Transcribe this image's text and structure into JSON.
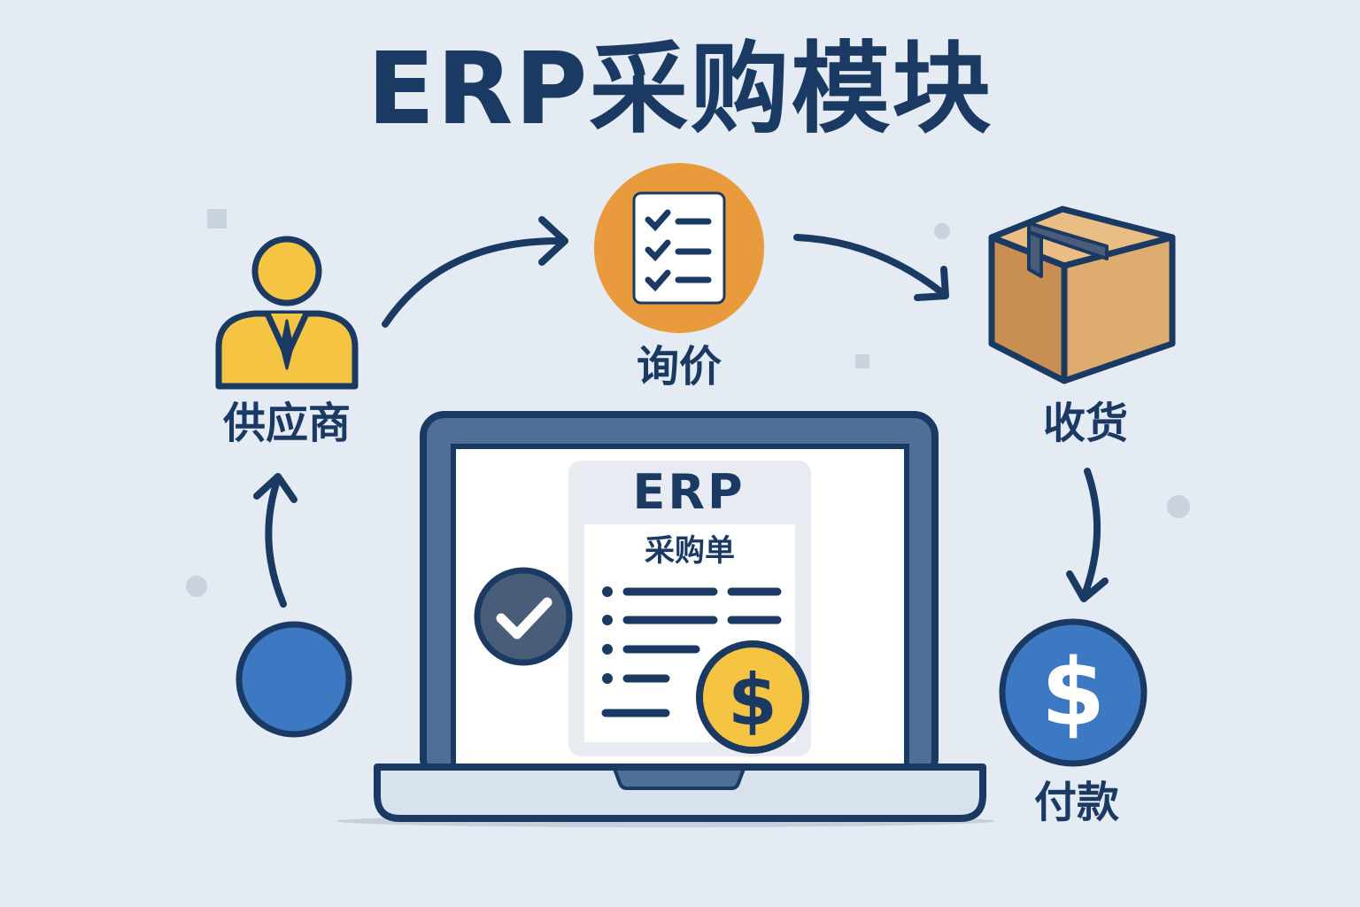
{
  "title": "ERP采购模块",
  "steps": {
    "supplier": "供应商",
    "inquiry": "询价",
    "receiving": "收货",
    "payment": "付款"
  },
  "laptop": {
    "app_name": "ERP",
    "document_title": "采购单"
  },
  "colors": {
    "navy": "#1b3a63",
    "orange": "#e89a3c",
    "yellow": "#f5c443",
    "blue": "#3d78c2",
    "box_tan": "#d9a56b",
    "background": "#e4ebf3"
  }
}
